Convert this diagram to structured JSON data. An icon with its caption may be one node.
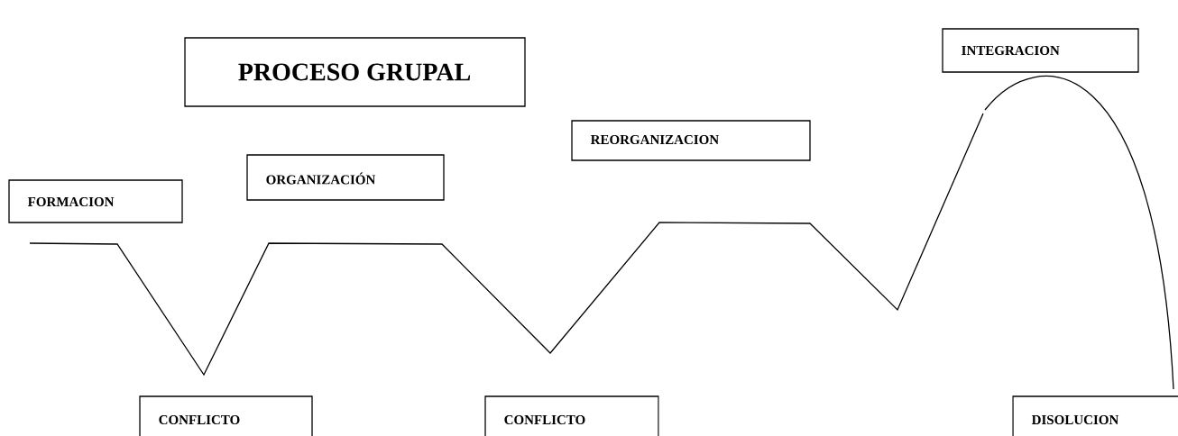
{
  "diagram": {
    "title": "PROCESO GRUPAL",
    "nodes": [
      {
        "text": [
          "FORMACION"
        ]
      },
      {
        "text": [
          "ORGANIZACIÓN"
        ]
      },
      {
        "text": [
          "REORGANIZACION"
        ]
      },
      {
        "text": [
          "INTEGRACION"
        ]
      },
      {
        "text": [
          "CONFLICTO"
        ]
      },
      {
        "text": [
          "CONFLICTO"
        ]
      },
      {
        "text": [
          "DISOLUCION"
        ]
      }
    ]
  }
}
